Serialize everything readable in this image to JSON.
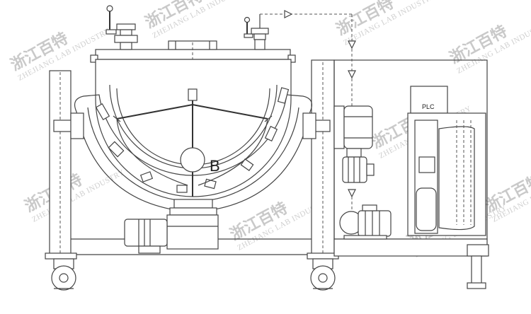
{
  "labels": {
    "detail_marker": "B",
    "control_panel": "PLC"
  },
  "watermark": {
    "chinese": "浙江百特",
    "english": "ZHEJIANG LAB INDUSTRY"
  },
  "colors": {
    "line": "#444444",
    "background": "#ffffff",
    "watermark": "#c9c9c9"
  }
}
